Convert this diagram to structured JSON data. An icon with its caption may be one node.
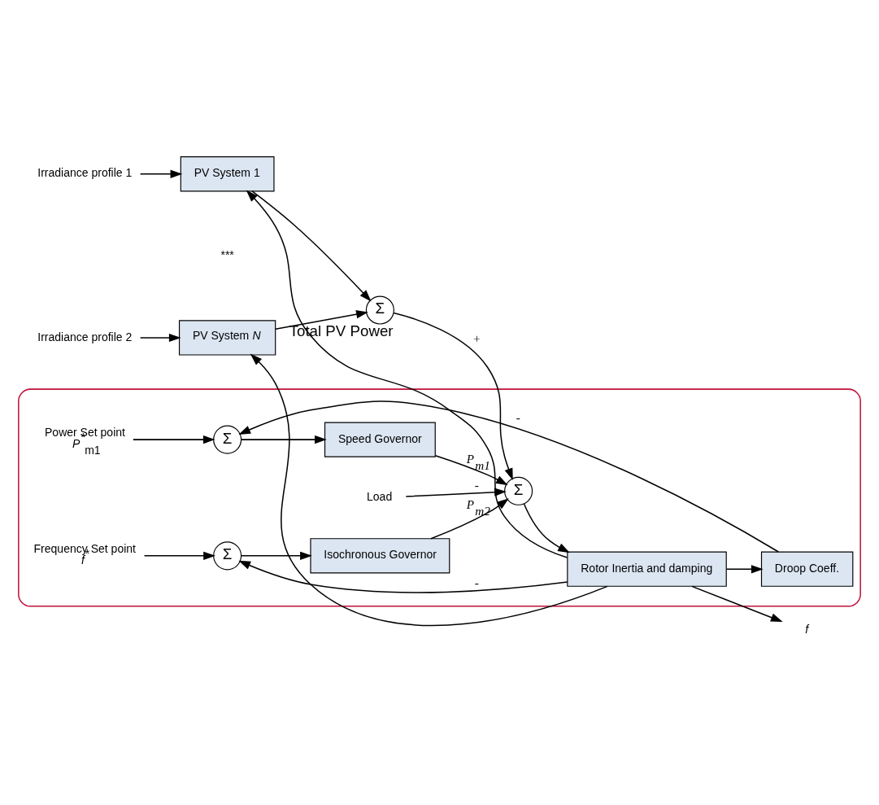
{
  "diagram": {
    "nodes": [
      {
        "text": [
          "Irradiance profile 1"
        ]
      },
      {
        "text": [
          "PV System 1"
        ]
      },
      {
        "text": [
          "Irradiance profile 2"
        ]
      },
      {
        "text": [
          "PV System *N*"
        ]
      },
      {
        "text": [
          "Σ"
        ],
        "beside": [
          "Total PV Power"
        ]
      },
      {
        "text": [],
        "shape": "box"
      },
      {
        "text": [
          "Power Set point",
          "*P*$^{*}$$_{m1}$"
        ],
        "in": 5
      },
      {
        "text": [
          "Σ"
        ],
        "in": 5
      },
      {
        "text": [
          "Speed Governor"
        ],
        "in": 5
      },
      {
        "text": [
          "Σ"
        ],
        "in": 5
      },
      {
        "text": [
          "Rotor Inertia and damping"
        ],
        "in": 5
      },
      {
        "text": [
          "*f*"
        ]
      },
      {
        "text": [
          "Load"
        ],
        "in": 5
      },
      {
        "text": [
          "Frequency Set point",
          "*f*$^{*}$"
        ],
        "in": 5
      },
      {
        "text": [
          "Σ"
        ],
        "in": 5
      },
      {
        "text": [
          "Isochronous Governor"
        ],
        "in": 5
      },
      {
        "text": [
          "Droop Coeff."
        ],
        "in": 5
      }
    ],
    "edges": [
      {
        "from": 0,
        "to": 1,
        "arrow": "to"
      },
      {
        "from": 2,
        "to": 3,
        "arrow": "to"
      },
      {
        "from": 10,
        "to": 1,
        "arrow": "to"
      },
      {
        "from": 10,
        "to": 3,
        "arrow": "to"
      },
      {
        "from": 1,
        "to": 4,
        "arrow": "to"
      },
      {
        "from": 3,
        "to": 4,
        "arrow": "to"
      },
      {
        "from": 4,
        "to": 9,
        "arrow": "to",
        "label": "+"
      },
      {
        "from": 6,
        "to": 7,
        "arrow": "to"
      },
      {
        "from": 16,
        "to": 7,
        "arrow": "to",
        "label": "-"
      },
      {
        "from": 7,
        "to": 8,
        "arrow": "to"
      },
      {
        "from": 8,
        "to": 9,
        "arrow": "to",
        "label": "*P$_{m1}$*"
      },
      {
        "from": 15,
        "to": 9,
        "arrow": "to",
        "label": "*P$_{m2}$*"
      },
      {
        "from": 12,
        "to": 9,
        "arrow": "to",
        "label": "-"
      },
      {
        "from": 9,
        "to": 10,
        "arrow": "to"
      },
      {
        "from": 10,
        "to": 11,
        "arrow": "to"
      },
      {
        "from": 13,
        "to": 14,
        "arrow": "to"
      },
      {
        "from": 10,
        "to": 14,
        "arrow": "to",
        "label": "-"
      },
      {
        "from": 14,
        "to": 15,
        "arrow": "to"
      },
      {
        "from": 10,
        "to": 16,
        "arrow": "to"
      }
    ],
    "labels": [
      "***"
    ]
  }
}
